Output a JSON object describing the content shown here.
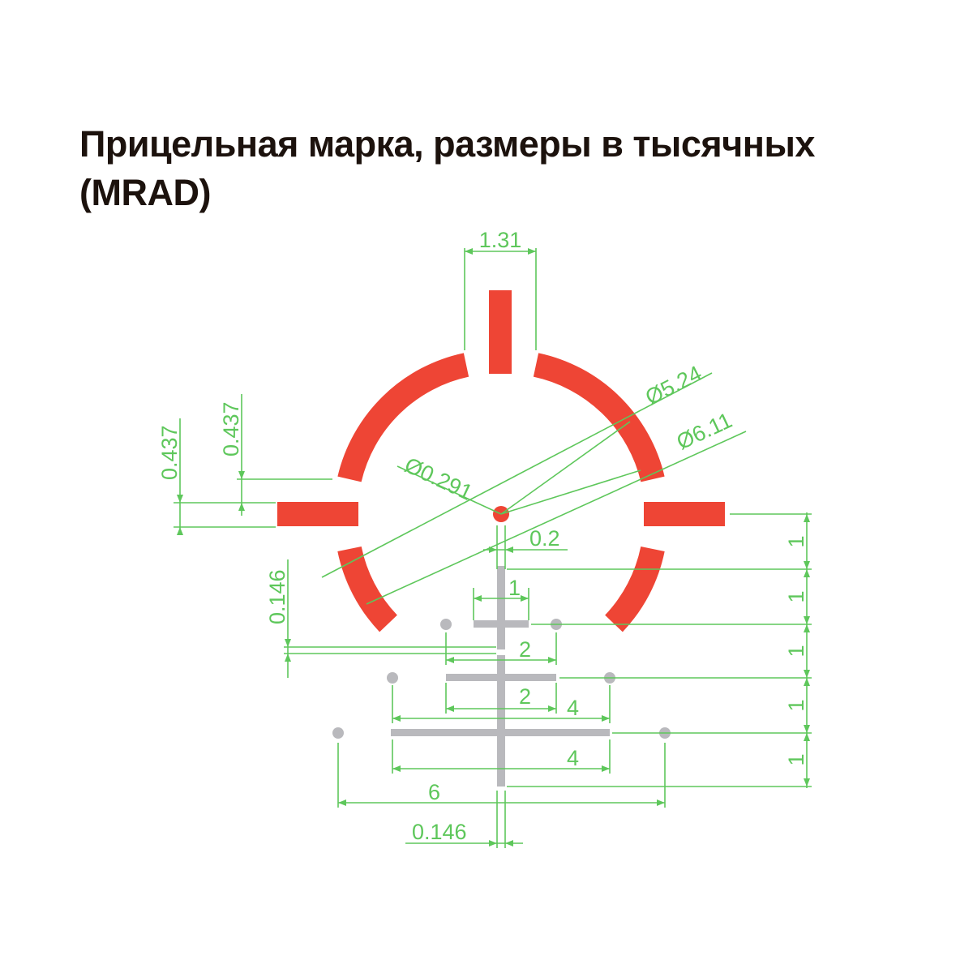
{
  "title": {
    "line1": "Прицельная марка, размеры в тысячных",
    "line2": "(MRAD)"
  },
  "colors": {
    "reticle": "#ee4535",
    "dimension": "#5ec75b",
    "holdover": "#b9b9bd",
    "title": "#1c120d"
  },
  "dimensions": {
    "top_post_width": "1.31",
    "outer_diameter": "Ø5.24",
    "inner_diameter": "Ø6.11",
    "dot_diameter": "Ø0.291",
    "left_gap_a": "0.437",
    "left_gap_b": "0.437",
    "left_offset": "0.146",
    "center_gap": "0.2",
    "first_bar": "1",
    "second_bar": "2",
    "third_bar": "2",
    "fourth_bar": "4",
    "fifth_bar": "4",
    "outer_dots": "6",
    "stem_width": "0.146",
    "right_steps": [
      "1",
      "1",
      "1",
      "1",
      "1"
    ]
  }
}
